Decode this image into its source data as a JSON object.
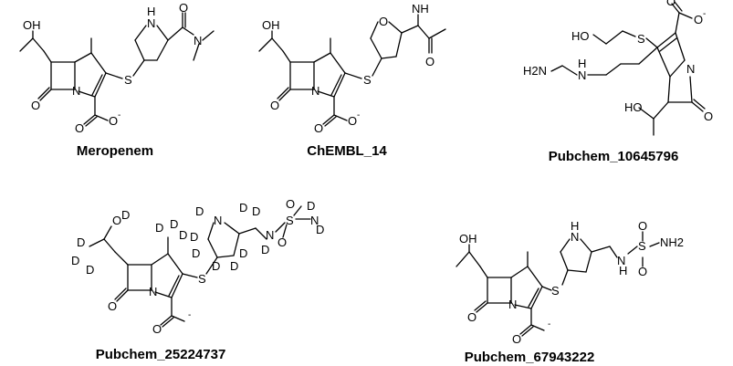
{
  "figure": {
    "molecules": [
      {
        "name": "Meropenem",
        "atoms": {
          "oh": "OH",
          "n_ring": "N",
          "s": "S",
          "nh": "N",
          "h": "H",
          "o_amide": "O",
          "n_dim": "N",
          "o_lactam": "O",
          "o_carb": "O",
          "o_carb2": "O",
          "charge": "-"
        }
      },
      {
        "name": "ChEMBL_14",
        "atoms": {
          "oh": "OH",
          "o_thf": "O",
          "nh": "NH",
          "o_ketone": "O",
          "n_ring": "N",
          "s": "S",
          "o_lactam": "O",
          "o_carb": "O",
          "o_carb2": "O",
          "charge": "-"
        }
      },
      {
        "name": "Pubchem_10645796",
        "atoms": {
          "ho": "HO",
          "s": "S",
          "o_carb": "O",
          "o_carb2": "O",
          "charge": "-",
          "h2n": "H2N",
          "nh": "N",
          "h": "H",
          "n_ring": "N",
          "o_lactam": "O",
          "ho2": "HO"
        }
      },
      {
        "name": "Pubchem_25224737",
        "atoms": {
          "o": "O",
          "d": "D",
          "n_ring": "N",
          "s": "S",
          "o_lactam": "O",
          "o_carb": "O",
          "charge": "-",
          "n_pyr": "N",
          "n_sulf": "N",
          "s_sulf": "S",
          "o_sulf": "O",
          "nd2": "N"
        }
      },
      {
        "name": "Pubchem_67943222",
        "atoms": {
          "oh": "OH",
          "n_ring": "N",
          "s": "S",
          "nh_pyr": "N",
          "h": "H",
          "nh_sulf": "N",
          "s_sulf": "S",
          "o_sulf": "O",
          "nh2": "NH2",
          "o_lactam": "O",
          "o_carb": "O",
          "charge": "-"
        }
      }
    ]
  }
}
